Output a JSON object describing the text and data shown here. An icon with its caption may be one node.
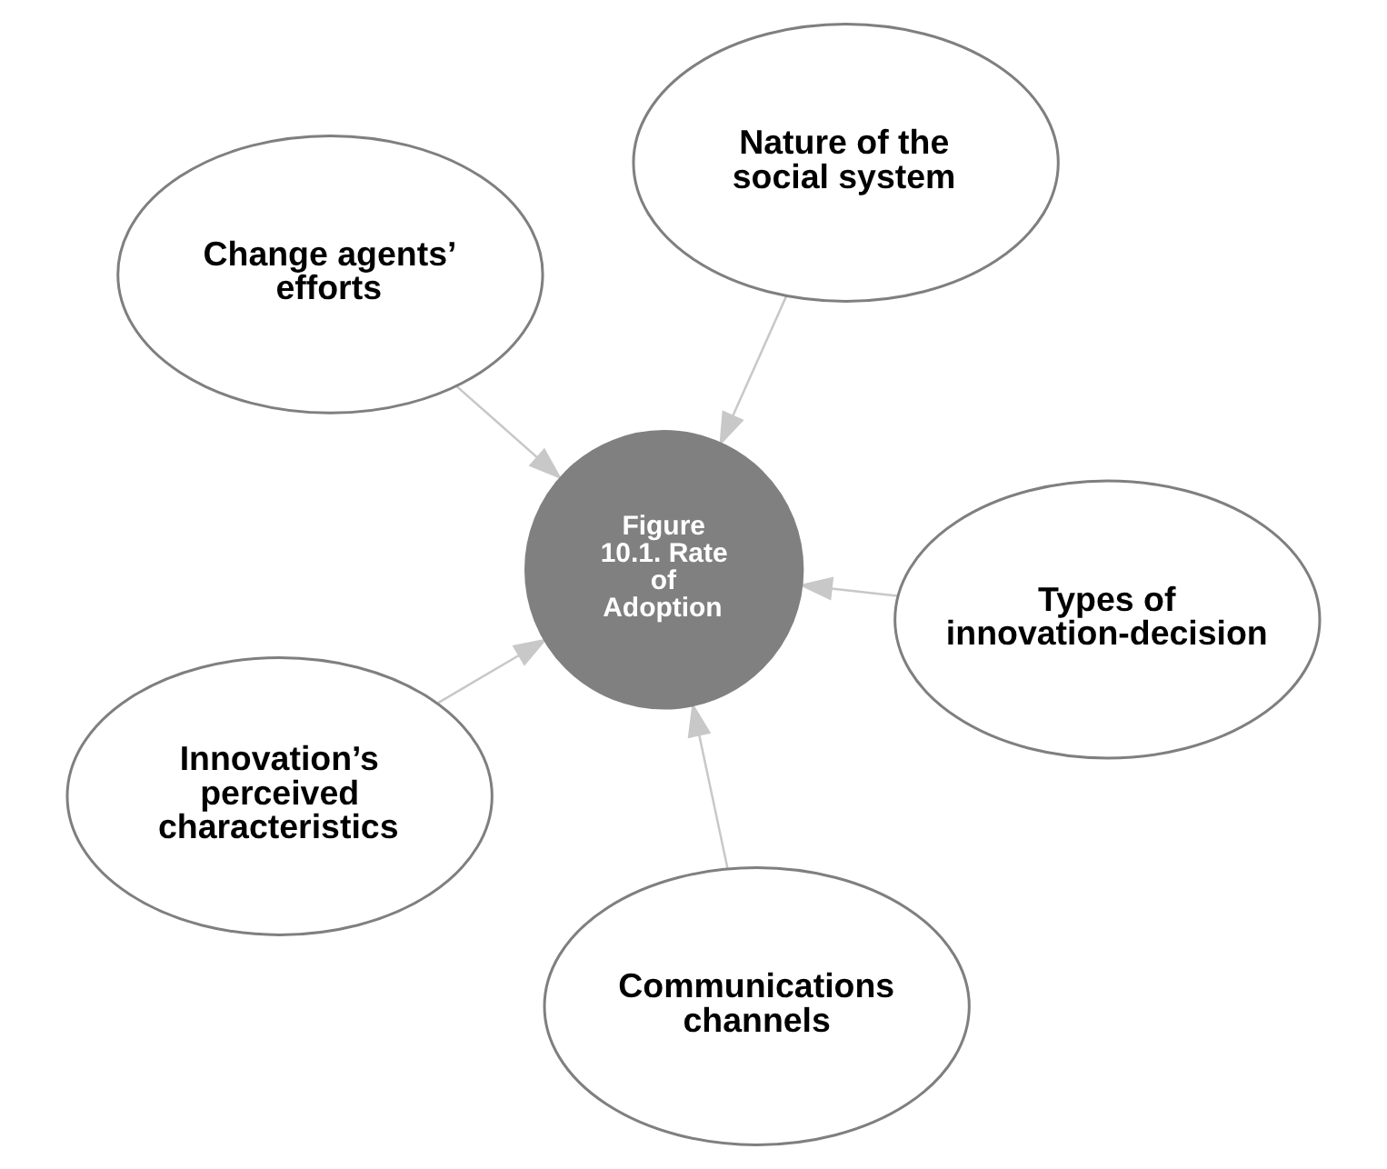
{
  "diagram": {
    "nodes": [
      {
        "text": [
          "Change agents’ efforts"
        ]
      },
      {
        "text": [
          "Types of innovation-decision"
        ]
      },
      {
        "text": [
          "Communications channels"
        ]
      },
      {
        "text": [
          "Figure 10.1. Rate of Adoption"
        ]
      },
      {
        "text": [
          "Nature of the social system"
        ]
      },
      {
        "text": [
          "Innovation’s perceived characteristics"
        ]
      }
    ],
    "edges": [
      {
        "from": 0,
        "to": 3,
        "arrow": "to"
      },
      {
        "from": 1,
        "to": 3,
        "arrow": "to"
      },
      {
        "from": 2,
        "to": 3,
        "arrow": "to"
      },
      {
        "from": 4,
        "to": 3,
        "arrow": "to"
      },
      {
        "from": 5,
        "to": 3,
        "arrow": "to"
      }
    ]
  }
}
